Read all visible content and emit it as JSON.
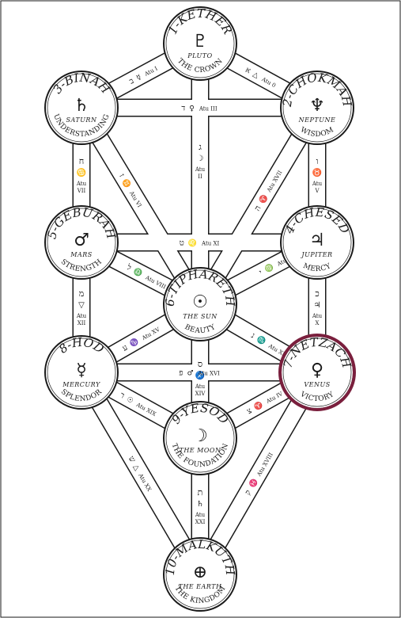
{
  "sephiroth": [
    {
      "id": "kether",
      "title": "1-KETHER",
      "planet": "PLUTO",
      "meaning": "THE CROWN",
      "glyph": "♇",
      "highlight": false
    },
    {
      "id": "chokmah",
      "title": "2-CHOKMAH",
      "planet": "NEPTUNE",
      "meaning": "WISDOM",
      "glyph": "♆",
      "highlight": false
    },
    {
      "id": "binah",
      "title": "3-BINAH",
      "planet": "SATURN",
      "meaning": "UNDERSTANDING",
      "glyph": "♄",
      "highlight": false
    },
    {
      "id": "chesed",
      "title": "4-CHESED",
      "planet": "JUPITER",
      "meaning": "MERCY",
      "glyph": "♃",
      "highlight": false
    },
    {
      "id": "geburah",
      "title": "5-GEBURAH",
      "planet": "MARS",
      "meaning": "STRENGTH",
      "glyph": "♂",
      "highlight": false
    },
    {
      "id": "tiphareth",
      "title": "6-TIPHARETH",
      "planet": "THE SUN",
      "meaning": "BEAUTY",
      "glyph": "☉",
      "highlight": false
    },
    {
      "id": "netzach",
      "title": "7-NETZACH",
      "planet": "VENUS",
      "meaning": "VICTORY",
      "glyph": "♀",
      "highlight": true
    },
    {
      "id": "hod",
      "title": "8-HOD",
      "planet": "MERCURY",
      "meaning": "SPLENDOR",
      "glyph": "☿",
      "highlight": false
    },
    {
      "id": "yesod",
      "title": "9-YESOD",
      "planet": "THE MOON",
      "meaning": "THE FOUNDATION",
      "glyph": "☽",
      "highlight": false
    },
    {
      "id": "malkuth",
      "title": "10-MALKUTH",
      "planet": "THE EARTH",
      "meaning": "THE KINGDOM",
      "glyph": "⊕",
      "highlight": false
    }
  ],
  "paths": [
    {
      "from": "kether",
      "to": "binah",
      "hebrew": "ב",
      "symbol": "☿",
      "atu": "Atu I"
    },
    {
      "from": "kether",
      "to": "chokmah",
      "hebrew": "א",
      "symbol": "△",
      "atu": "Atu 0"
    },
    {
      "from": "kether",
      "to": "tiphareth",
      "hebrew": "ג",
      "symbol": "☽",
      "atu": "Atu II"
    },
    {
      "from": "binah",
      "to": "chokmah",
      "hebrew": "ד",
      "symbol": "♀",
      "atu": "Atu III"
    },
    {
      "from": "chokmah",
      "to": "tiphareth",
      "hebrew": "ה",
      "symbol": "♈",
      "atu": "Atu XVII"
    },
    {
      "from": "chokmah",
      "to": "chesed",
      "hebrew": "ו",
      "symbol": "♉",
      "atu": "Atu V"
    },
    {
      "from": "binah",
      "to": "tiphareth",
      "hebrew": "ז",
      "symbol": "♊",
      "atu": "Atu VI"
    },
    {
      "from": "binah",
      "to": "geburah",
      "hebrew": "ח",
      "symbol": "♋",
      "atu": "Atu VII"
    },
    {
      "from": "chesed",
      "to": "geburah",
      "hebrew": "ט",
      "symbol": "♌",
      "atu": "Atu XI"
    },
    {
      "from": "chesed",
      "to": "tiphareth",
      "hebrew": "י",
      "symbol": "♍",
      "atu": "Atu IX"
    },
    {
      "from": "chesed",
      "to": "netzach",
      "hebrew": "כ",
      "symbol": "♃",
      "atu": "Atu X"
    },
    {
      "from": "geburah",
      "to": "tiphareth",
      "hebrew": "ל",
      "symbol": "♎",
      "atu": "Atu VIII"
    },
    {
      "from": "geburah",
      "to": "hod",
      "hebrew": "מ",
      "symbol": "▽",
      "atu": "Atu XII"
    },
    {
      "from": "tiphareth",
      "to": "netzach",
      "hebrew": "נ",
      "symbol": "♏",
      "atu": "Atu XIII"
    },
    {
      "from": "tiphareth",
      "to": "yesod",
      "hebrew": "ס",
      "symbol": "♐",
      "atu": "Atu XIV"
    },
    {
      "from": "tiphareth",
      "to": "hod",
      "hebrew": "ע",
      "symbol": "♑",
      "atu": "Atu XV"
    },
    {
      "from": "netzach",
      "to": "hod",
      "hebrew": "פ",
      "symbol": "♂",
      "atu": "Atu XVI"
    },
    {
      "from": "netzach",
      "to": "yesod",
      "hebrew": "צ",
      "symbol": "♈",
      "atu": "Atu IV"
    },
    {
      "from": "netzach",
      "to": "malkuth",
      "hebrew": "ק",
      "symbol": "♓",
      "atu": "Atu XVIII"
    },
    {
      "from": "hod",
      "to": "yesod",
      "hebrew": "ר",
      "symbol": "☉",
      "atu": "Atu XIX"
    },
    {
      "from": "hod",
      "to": "malkuth",
      "hebrew": "ש",
      "symbol": "△",
      "atu": "Atu XX"
    },
    {
      "from": "yesod",
      "to": "malkuth",
      "hebrew": "ת",
      "symbol": "♄",
      "atu": "Atu XXI"
    }
  ],
  "colors": {
    "ink": "#1a1a1a",
    "paper": "#ffffff",
    "highlight": "#7a1f3d"
  }
}
